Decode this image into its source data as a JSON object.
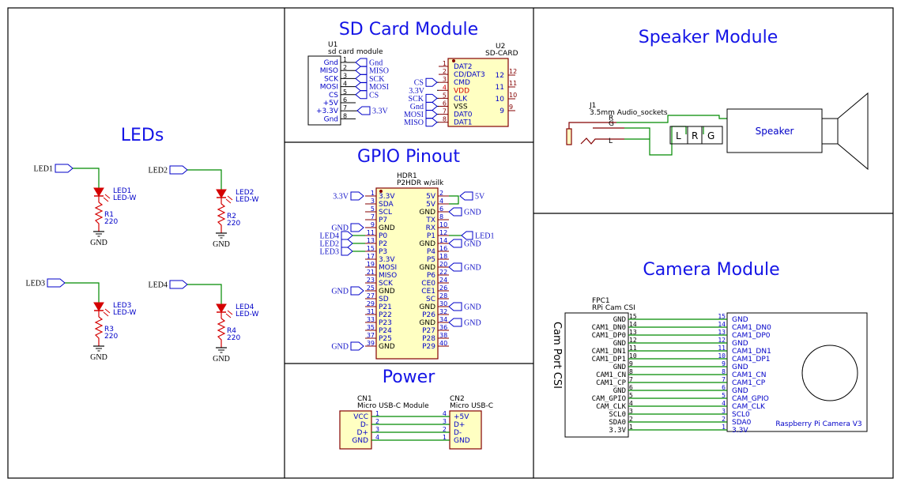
{
  "sections": {
    "leds": "LEDs",
    "sd": "SD Card Module",
    "gpio": "GPIO Pinout",
    "power": "Power",
    "speaker": "Speaker Module",
    "camera": "Camera Module"
  },
  "leds": [
    {
      "net": "LED1",
      "ref": "LED1",
      "value": "LED-W",
      "res": "R1",
      "res_value": "220",
      "gnd": "GND"
    },
    {
      "net": "LED2",
      "ref": "LED2",
      "value": "LED-W",
      "res": "R2",
      "res_value": "220",
      "gnd": "GND"
    },
    {
      "net": "LED3",
      "ref": "LED3",
      "value": "LED-W",
      "res": "R3",
      "res_value": "220",
      "gnd": "GND"
    },
    {
      "net": "LED4",
      "ref": "LED4",
      "value": "LED-W",
      "res": "R4",
      "res_value": "220",
      "gnd": "GND"
    }
  ],
  "sd": {
    "u1_ref": "U1",
    "u1_value": "sd card module",
    "u1_pins": [
      {
        "name": "Gnd",
        "num": "1",
        "net": "Gnd"
      },
      {
        "name": "MISO",
        "num": "2",
        "net": "MISO"
      },
      {
        "name": "SCK",
        "num": "3",
        "net": "SCK"
      },
      {
        "name": "MOSI",
        "num": "4",
        "net": "MOSI"
      },
      {
        "name": "CS",
        "num": "5",
        "net": "CS"
      },
      {
        "name": "+5V",
        "num": "6",
        "net": ""
      },
      {
        "name": "+3.3V",
        "num": "7",
        "net": "3.3V"
      },
      {
        "name": "Gnd",
        "num": "8",
        "net": ""
      }
    ],
    "u2_ref": "U2",
    "u2_value": "SD-CARD",
    "u2_pins": [
      {
        "name": "DAT2",
        "num": "1",
        "net": ""
      },
      {
        "name": "CD/DAT3",
        "num": "2",
        "net": ""
      },
      {
        "name": "CMD",
        "num": "3",
        "net": "CS"
      },
      {
        "name": "VDD",
        "num": "4",
        "net": "3.3V"
      },
      {
        "name": "CLK",
        "num": "5",
        "net": "SCK"
      },
      {
        "name": "VSS",
        "num": "6",
        "net": "Gnd"
      },
      {
        "name": "DAT0",
        "num": "7",
        "net": "MOSI"
      },
      {
        "name": "DAT1",
        "num": "8",
        "net": "MISO"
      }
    ],
    "u2_right": [
      "12",
      "11",
      "10",
      "9"
    ]
  },
  "gpio": {
    "ref": "HDR1",
    "value": "P2HDR w/silk",
    "left": [
      {
        "num": "1",
        "name": "3.3V",
        "net": "3.3V"
      },
      {
        "num": "3",
        "name": "SDA",
        "net": ""
      },
      {
        "num": "5",
        "name": "SCL",
        "net": ""
      },
      {
        "num": "7",
        "name": "P7",
        "net": ""
      },
      {
        "num": "9",
        "name": "GND",
        "net": "GND"
      },
      {
        "num": "11",
        "name": "P0",
        "net": "LED4"
      },
      {
        "num": "13",
        "name": "P2",
        "net": "LED2"
      },
      {
        "num": "15",
        "name": "P3",
        "net": "LED3"
      },
      {
        "num": "17",
        "name": "3.3V",
        "net": ""
      },
      {
        "num": "19",
        "name": "MOSI",
        "net": ""
      },
      {
        "num": "21",
        "name": "MISO",
        "net": ""
      },
      {
        "num": "23",
        "name": "SCK",
        "net": ""
      },
      {
        "num": "25",
        "name": "GND",
        "net": "GND"
      },
      {
        "num": "27",
        "name": "SD",
        "net": ""
      },
      {
        "num": "29",
        "name": "P21",
        "net": ""
      },
      {
        "num": "31",
        "name": "P22",
        "net": ""
      },
      {
        "num": "33",
        "name": "P23",
        "net": ""
      },
      {
        "num": "35",
        "name": "P24",
        "net": ""
      },
      {
        "num": "37",
        "name": "P25",
        "net": ""
      },
      {
        "num": "39",
        "name": "GND",
        "net": "GND"
      }
    ],
    "right": [
      {
        "num": "2",
        "name": "5V",
        "net": "5V"
      },
      {
        "num": "4",
        "name": "5V",
        "net": ""
      },
      {
        "num": "6",
        "name": "GND",
        "net": "GND"
      },
      {
        "num": "8",
        "name": "TX",
        "net": ""
      },
      {
        "num": "10",
        "name": "RX",
        "net": ""
      },
      {
        "num": "12",
        "name": "P1",
        "net": "LED1"
      },
      {
        "num": "14",
        "name": "GND",
        "net": "GND"
      },
      {
        "num": "16",
        "name": "P4",
        "net": ""
      },
      {
        "num": "18",
        "name": "P5",
        "net": ""
      },
      {
        "num": "20",
        "name": "GND",
        "net": "GND"
      },
      {
        "num": "22",
        "name": "P6",
        "net": ""
      },
      {
        "num": "24",
        "name": "CE0",
        "net": ""
      },
      {
        "num": "26",
        "name": "CE1",
        "net": ""
      },
      {
        "num": "28",
        "name": "SC",
        "net": ""
      },
      {
        "num": "30",
        "name": "GND",
        "net": "GND"
      },
      {
        "num": "32",
        "name": "P26",
        "net": ""
      },
      {
        "num": "34",
        "name": "GND",
        "net": "GND"
      },
      {
        "num": "36",
        "name": "P27",
        "net": ""
      },
      {
        "num": "38",
        "name": "P28",
        "net": ""
      },
      {
        "num": "40",
        "name": "P29",
        "net": ""
      }
    ]
  },
  "power": {
    "cn1_ref": "CN1",
    "cn1_value": "Micro USB-C Module",
    "cn1_pins": [
      {
        "name": "VCC",
        "num": "1"
      },
      {
        "name": "D-",
        "num": "2"
      },
      {
        "name": "D+",
        "num": "3"
      },
      {
        "name": "GND",
        "num": "4"
      }
    ],
    "cn2_ref": "CN2",
    "cn2_value": "Micro USB-C",
    "cn2_pins": [
      {
        "name": "+5V",
        "num": "4"
      },
      {
        "name": "D+",
        "num": "3"
      },
      {
        "name": "D-",
        "num": "2"
      },
      {
        "name": "GND",
        "num": "1"
      }
    ]
  },
  "speaker": {
    "ref": "J1",
    "value": "3.5mm Audio_sockets",
    "pins": [
      "R",
      "G",
      "L"
    ],
    "adapter": [
      "L",
      "R",
      "G"
    ],
    "label": "Speaker"
  },
  "camera": {
    "ref": "FPC1",
    "value": "RPi Cam CSI",
    "port_label": "Cam Port CSI",
    "pins": [
      {
        "name": "GND",
        "num": "15",
        "net": "GND"
      },
      {
        "name": "CAM1_DN0",
        "num": "14",
        "net": "CAM1_DN0"
      },
      {
        "name": "CAM1_DP0",
        "num": "13",
        "net": "CAM1_DP0"
      },
      {
        "name": "GND",
        "num": "12",
        "net": "GND"
      },
      {
        "name": "CAM1_DN1",
        "num": "11",
        "net": "CAM1_DN1"
      },
      {
        "name": "CAM1_DP1",
        "num": "10",
        "net": "CAM1_DP1"
      },
      {
        "name": "GND",
        "num": "9",
        "net": "GND"
      },
      {
        "name": "CAM1_CN",
        "num": "8",
        "net": "CAM1_CN"
      },
      {
        "name": "CAM1_CP",
        "num": "7",
        "net": "CAM1_CP"
      },
      {
        "name": "GND",
        "num": "6",
        "net": "GND"
      },
      {
        "name": "CAM_GPIO",
        "num": "5",
        "net": "CAM_GPIO"
      },
      {
        "name": "CAM_CLK",
        "num": "4",
        "net": "CAM_CLK"
      },
      {
        "name": "SCL0",
        "num": "3",
        "net": "SCL0"
      },
      {
        "name": "SDA0",
        "num": "2",
        "net": "SDA0"
      },
      {
        "name": "3.3V",
        "num": "1",
        "net": "3.3V"
      }
    ],
    "board_label": "Raspberry Pi Camera V3"
  },
  "colors": {
    "wire": "#008a00",
    "component": "#840000",
    "fill": "#ffffc2",
    "label": "#0000c8",
    "title": "#1414e6",
    "led": "#d40000"
  }
}
